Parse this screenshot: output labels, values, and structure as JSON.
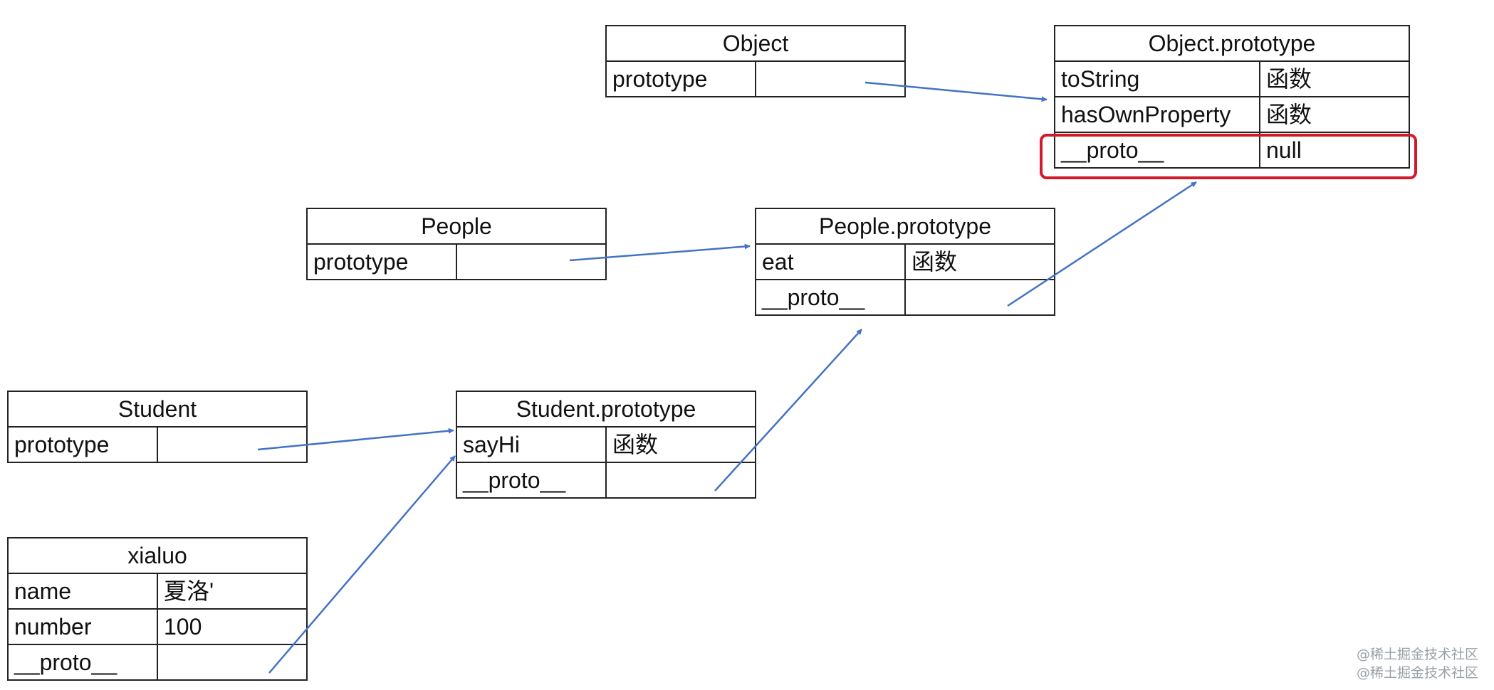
{
  "boxes": {
    "object": {
      "title": "Object",
      "rows": [
        {
          "key": "prototype",
          "value": ""
        }
      ]
    },
    "object_prototype": {
      "title": "Object.prototype",
      "rows": [
        {
          "key": "toString",
          "value": "函数"
        },
        {
          "key": "hasOwnProperty",
          "value": "函数"
        },
        {
          "key": "__proto__",
          "value": "null"
        }
      ]
    },
    "people": {
      "title": "People",
      "rows": [
        {
          "key": "prototype",
          "value": ""
        }
      ]
    },
    "people_prototype": {
      "title": "People.prototype",
      "rows": [
        {
          "key": "eat",
          "value": "函数"
        },
        {
          "key": "__proto__",
          "value": ""
        }
      ]
    },
    "student": {
      "title": "Student",
      "rows": [
        {
          "key": "prototype",
          "value": ""
        }
      ]
    },
    "student_prototype": {
      "title": "Student.prototype",
      "rows": [
        {
          "key": "sayHi",
          "value": "函数"
        },
        {
          "key": "__proto__",
          "value": ""
        }
      ]
    },
    "xialuo": {
      "title": "xialuo",
      "rows": [
        {
          "key": "name",
          "value": "夏洛'"
        },
        {
          "key": "number",
          "value": "100"
        },
        {
          "key": "__proto__",
          "value": ""
        }
      ]
    }
  },
  "arrow_color": "#4472c4",
  "highlight_color": "#d01a2a",
  "watermark": "@稀土掘金技术社区"
}
